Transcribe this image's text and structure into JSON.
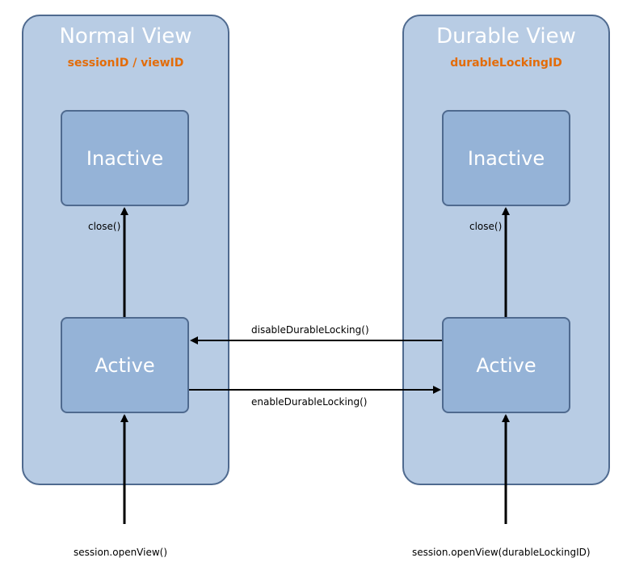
{
  "normal_view": {
    "title": "Normal View",
    "subtitle": "sessionID / viewID",
    "inactive_label": "Inactive",
    "active_label": "Active",
    "close_label": "close()",
    "open_label": "session.openView()"
  },
  "durable_view": {
    "title": "Durable View",
    "subtitle": "durableLockingID",
    "inactive_label": "Inactive",
    "active_label": "Active",
    "close_label": "close()",
    "open_label": "session.openView(durableLockingID)"
  },
  "transitions": {
    "disable_label": "disableDurableLocking()",
    "enable_label": "enableDurableLocking()"
  },
  "colors": {
    "panel_fill": "#b8cce4",
    "state_fill": "#95b3d7",
    "border": "#4f6a8f",
    "subtitle": "#e36c09"
  }
}
